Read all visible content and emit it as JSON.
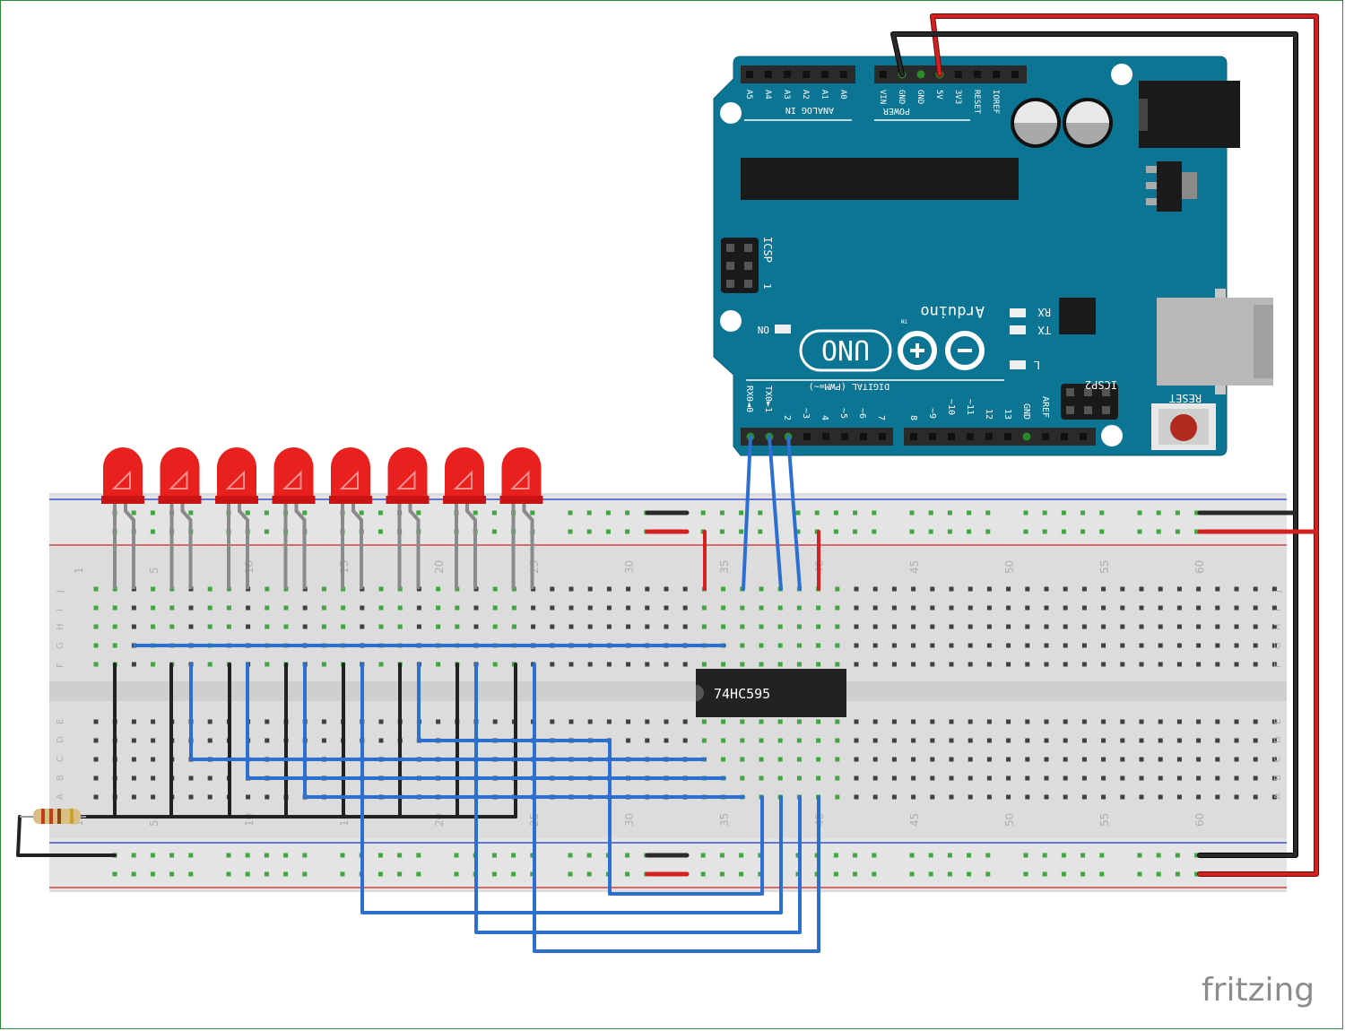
{
  "brand": {
    "logo_text": "fritzing",
    "logo_color": "#8c8c8c"
  },
  "arduino": {
    "board_color": "#0c7593",
    "brand_label": "Arduino",
    "tm_label": "TM",
    "model_label": "UNO",
    "on_label": "ON",
    "rx_label": "RX",
    "tx_label": "TX",
    "l_label": "L",
    "icsp_label": "ICSP",
    "icsp2_label": "ICSP2",
    "icsp_pin1": "1",
    "reset_label": "RESET",
    "analog_header_label": "ANALOG IN",
    "power_header_label": "POWER",
    "digital_header_label": "DIGITAL (PWM=~)",
    "analog_pins": [
      "A5",
      "A4",
      "A3",
      "A2",
      "A1",
      "A0"
    ],
    "power_pins": [
      "VIN",
      "GND",
      "GND",
      "5V",
      "3V3",
      "RESET",
      "IOREF"
    ],
    "digital_pins_low": [
      "RX0◄0",
      "TX0►1",
      "2",
      "~3",
      "4",
      "~5",
      "~6",
      "7"
    ],
    "digital_pins_high": [
      "8",
      "~9",
      "~10",
      "~11",
      "12",
      "13",
      "GND",
      "AREF"
    ]
  },
  "ic": {
    "label": "74HC595",
    "color": "#222222"
  },
  "breadboard": {
    "column_numbers": [
      "1",
      "5",
      "10",
      "15",
      "20",
      "25",
      "30",
      "35",
      "40",
      "45",
      "50",
      "55",
      "60"
    ],
    "row_letters_top": [
      "J",
      "I",
      "H",
      "G",
      "F"
    ],
    "row_letters_bottom": [
      "E",
      "D",
      "C",
      "B",
      "A"
    ]
  },
  "leds": {
    "count": 8,
    "color": "#e8201e"
  },
  "wire_colors": {
    "blue": "#2c6fd1",
    "red": "#d42020",
    "black": "#222222",
    "grey": "#8a8a8a"
  }
}
